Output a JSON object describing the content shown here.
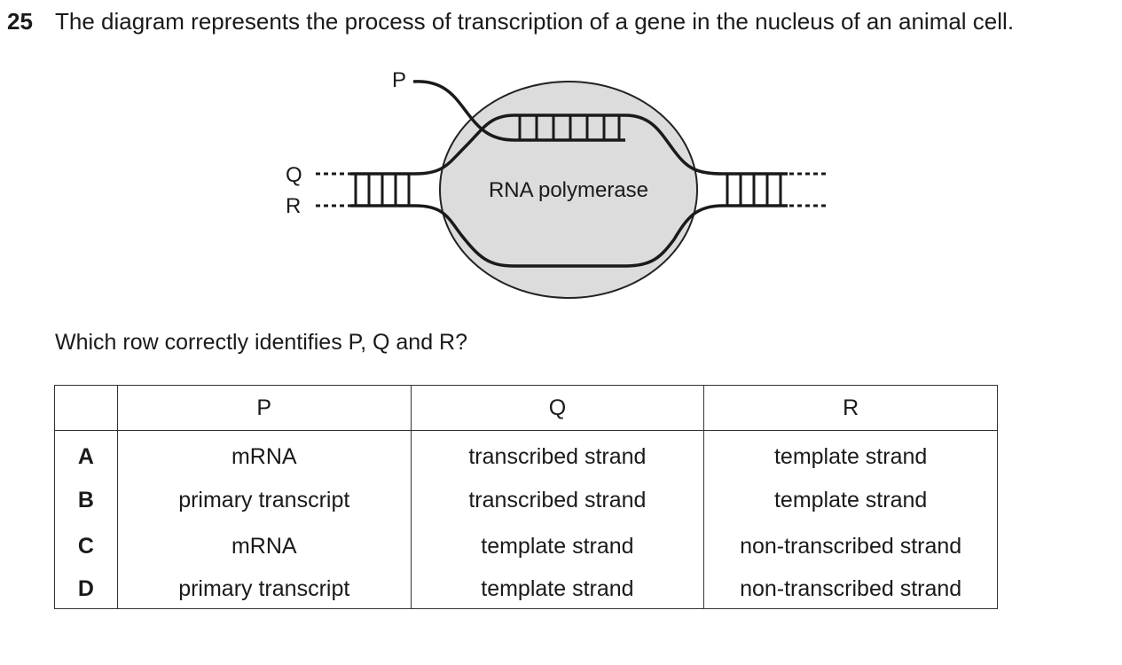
{
  "question": {
    "number": "25",
    "text": "The diagram represents the process of transcription of a gene in the nucleus of an animal cell."
  },
  "diagram": {
    "labels": {
      "p": "P",
      "q": "Q",
      "r": "R",
      "enzyme": "RNA polymerase"
    }
  },
  "prompt": "Which row correctly identifies P, Q and R?",
  "table": {
    "headers": [
      "",
      "P",
      "Q",
      "R"
    ],
    "rows": [
      {
        "letter": "A",
        "p": "mRNA",
        "q": "transcribed strand",
        "r": "template strand"
      },
      {
        "letter": "B",
        "p": "primary transcript",
        "q": "transcribed strand",
        "r": "template strand"
      },
      {
        "letter": "C",
        "p": "mRNA",
        "q": "template strand",
        "r": "non-transcribed strand"
      },
      {
        "letter": "D",
        "p": "primary transcript",
        "q": "template strand",
        "r": "non-transcribed strand"
      }
    ]
  }
}
